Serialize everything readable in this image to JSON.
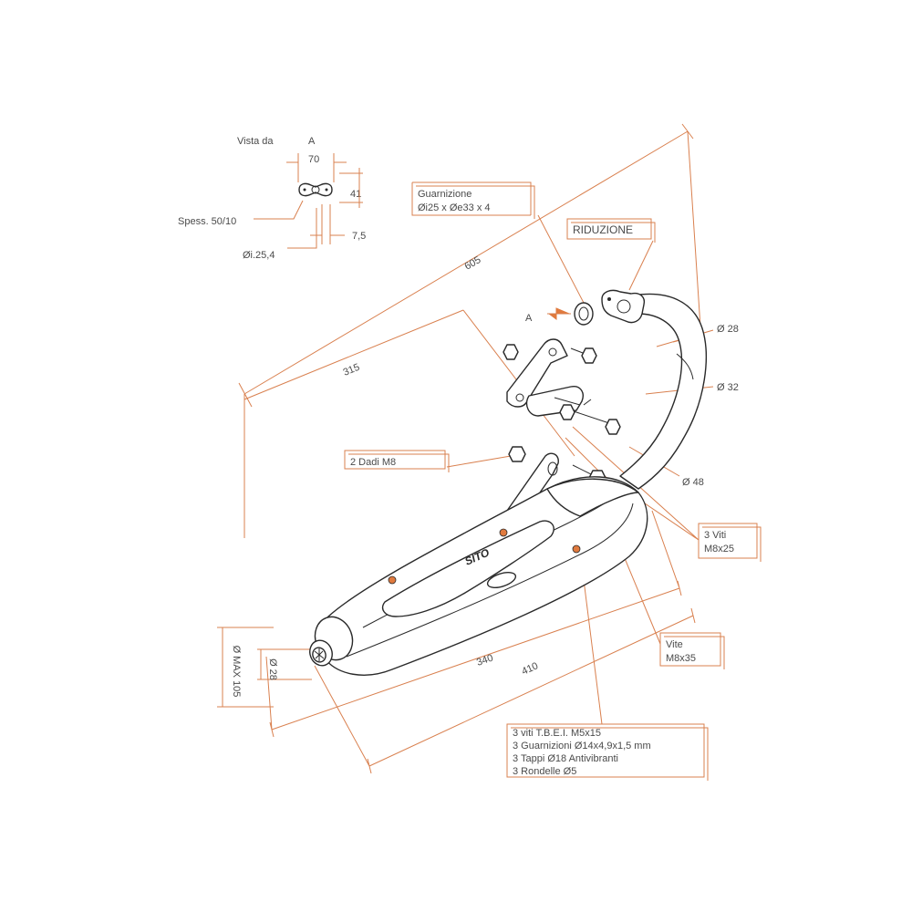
{
  "colors": {
    "dimension_line": "#d9804f",
    "part_outline": "#2a2a2a",
    "accent_hole": "#e07a3e",
    "text": "#4a4a4a"
  },
  "flange_view": {
    "title": "Vista da",
    "view_letter": "A",
    "width": "70",
    "height": "41",
    "gap": "7,5",
    "thickness": "Spess. 50/10",
    "inner_diameter": "Øi.25,4"
  },
  "labels": {
    "gasket_line1": "Guarnizione",
    "gasket_line2": "Øi25 x Øe33 x 4",
    "reduction": "RIDUZIONE",
    "view_arrow": "A",
    "nuts": "2 Dadi M8",
    "screws_line1": "3 Viti",
    "screws_line2": "M8x25",
    "screw_line1": "Vite",
    "screw_line2": "M8x35",
    "kit_line1": "3 viti T.B.E.I. M5x15",
    "kit_line2": "3 Guarnizioni Ø14x4,9x1,5 mm",
    "kit_line3": "3 Tappi Ø18 Antivibranti",
    "kit_line4": "3 Rondelle Ø5",
    "brand": "SITO"
  },
  "dimensions": {
    "overall_length": "605",
    "bracket_length": "315",
    "body_length": "340",
    "body_total": "410",
    "pipe_d28": "Ø 28",
    "pipe_d32": "Ø 32",
    "pipe_d48": "Ø 48",
    "outlet_d28": "Ø 28",
    "max_d105": "Ø MAX 105"
  }
}
